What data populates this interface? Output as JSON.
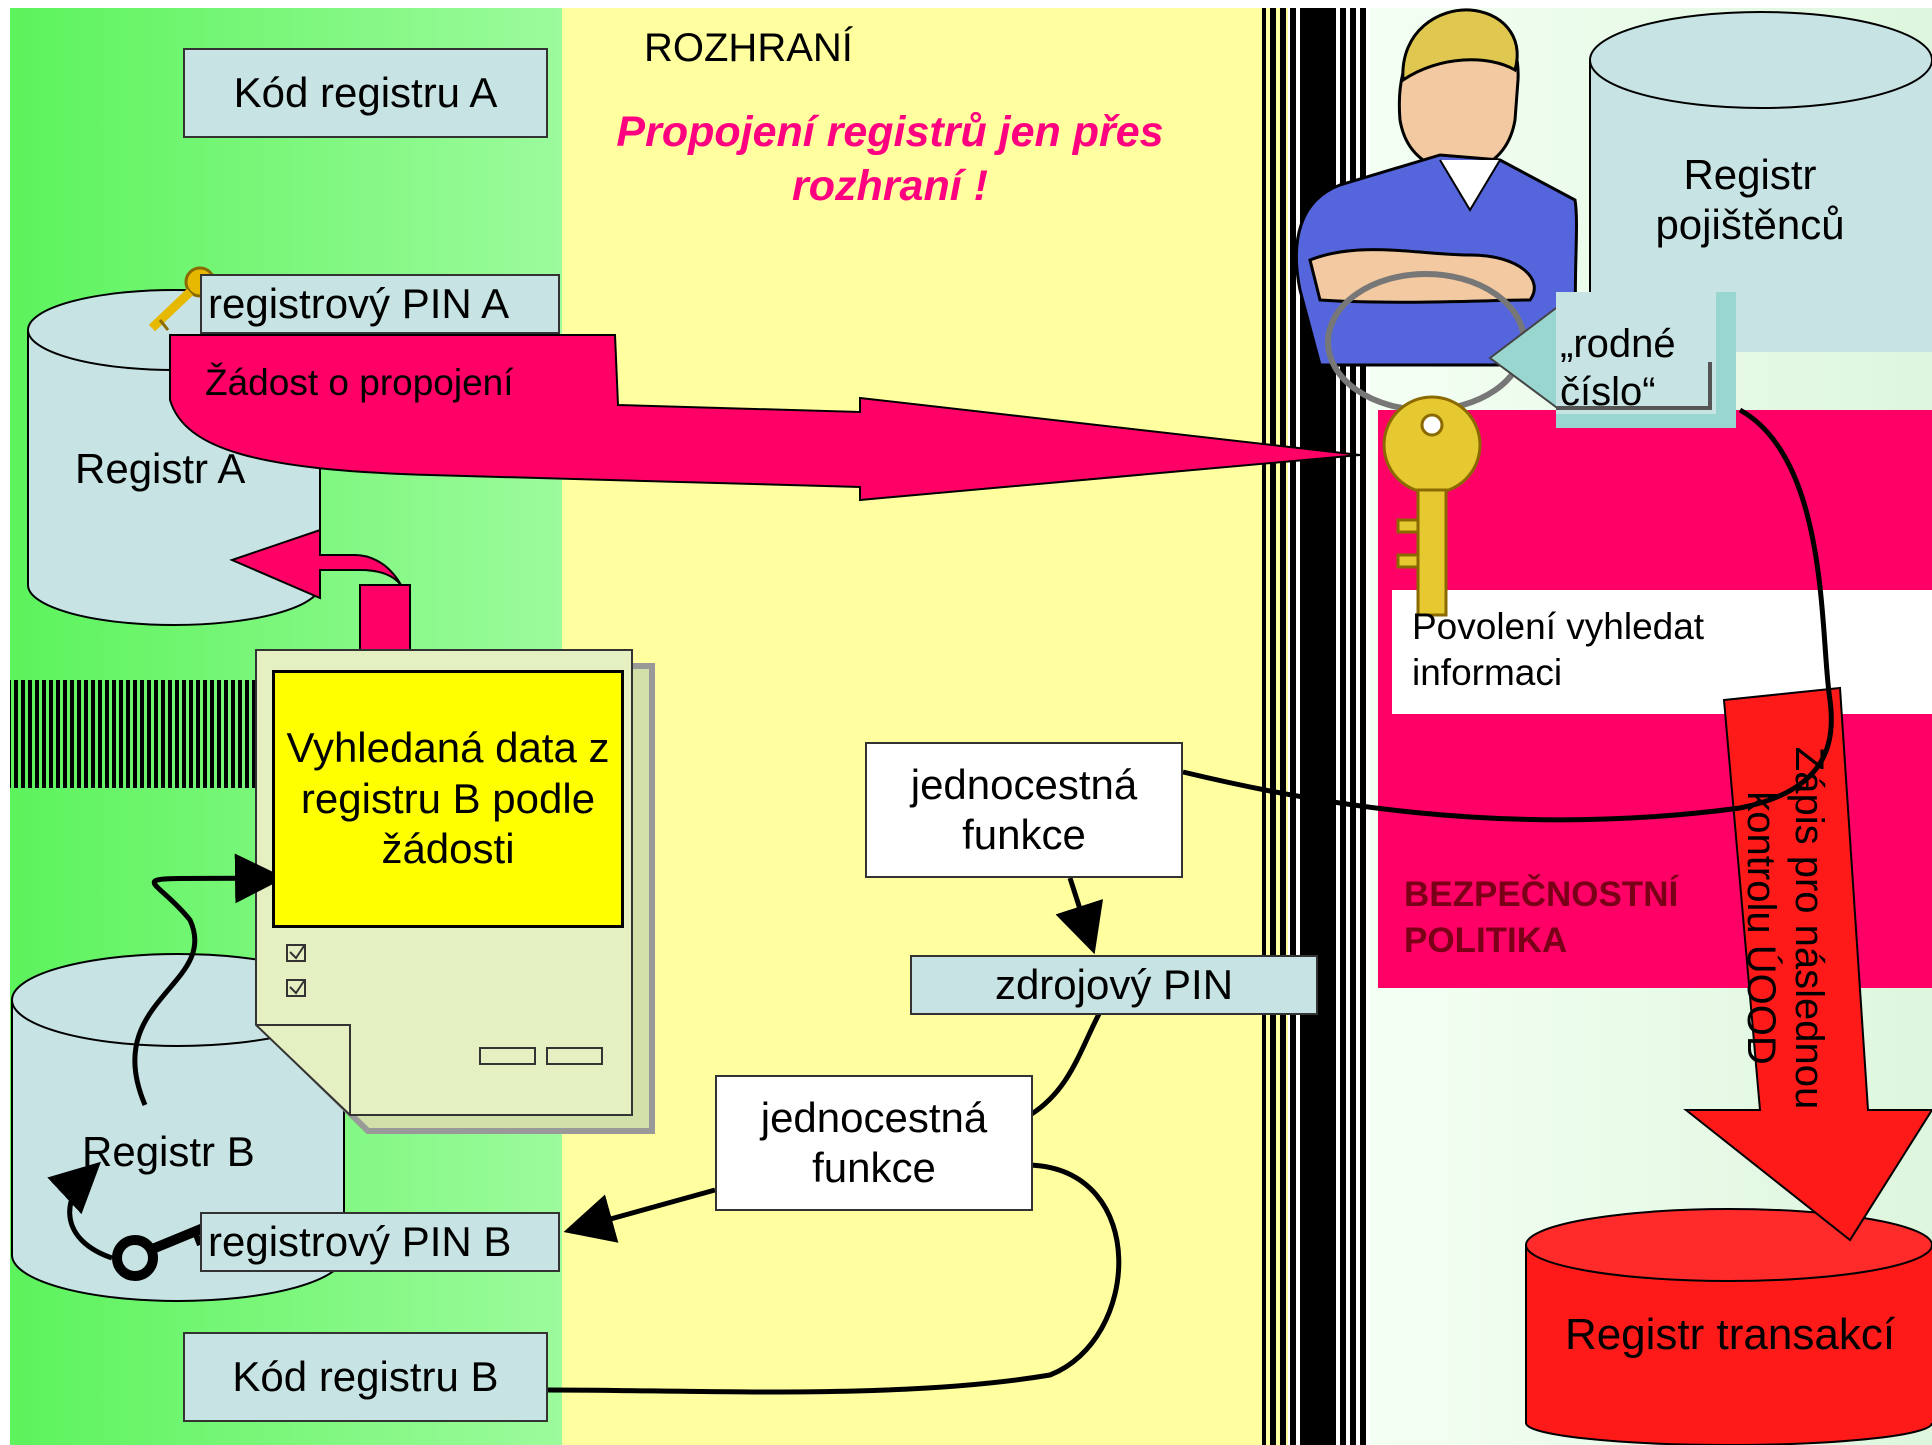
{
  "zones": {
    "interface_label": "ROZHRANÍ",
    "interface_note": "Propojení registrů jen přes rozhraní !"
  },
  "register_a": {
    "title": "Registr A",
    "code_label": "Kód registru A",
    "pin_label": "registrový PIN A",
    "request_label": "Žádost o propojení"
  },
  "register_b": {
    "title": "Registr B",
    "code_label": "Kód registru B",
    "pin_label": "registrový PIN B"
  },
  "result_doc": {
    "label": "Vyhledaná data z registru B podle žádosti"
  },
  "interface": {
    "oneway_fn_top": "jednocestná funkce",
    "source_pin": "zdrojový PIN",
    "oneway_fn_bottom": "jednocestná funkce"
  },
  "insured_register": {
    "title": "Registr pojištěnců",
    "birth_number": "„rodné číslo“"
  },
  "security": {
    "permission": "Povolení vyhledat informaci",
    "policy": "BEZPEČNOSTNÍ POLITIKA",
    "audit_arrow": "Zápis pro následnou kontrolu ÚOOD"
  },
  "transactions": {
    "title": "Registr transakcí"
  },
  "colors": {
    "left_zone": "#66f566",
    "interface_zone": "#ffffa0",
    "right_zone": "#eafaea",
    "magenta": "#ff0066",
    "red": "#ff1a1a",
    "teal": "#c7e3e3",
    "note_text": "#ff0080",
    "result_box": "#ffff00"
  }
}
